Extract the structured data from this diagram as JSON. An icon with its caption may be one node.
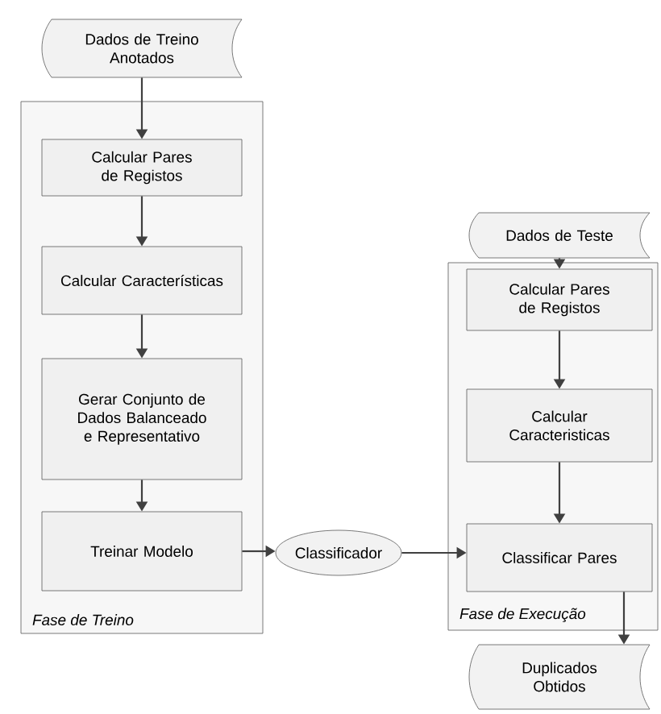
{
  "diagram": {
    "nodes": [
      {
        "text": [
          "Dados de Treino Anotados"
        ]
      },
      {
        "text": [
          "Fase de Treino"
        ]
      },
      {
        "text": [
          "Calcular Pares de Registos"
        ],
        "in": 1
      },
      {
        "text": [
          "Calcular Características"
        ],
        "in": 1
      },
      {
        "text": [
          "Gerar Conjunto de Dados Balanceado e Representativo"
        ],
        "in": 1
      },
      {
        "text": [
          "Treinar Modelo"
        ],
        "in": 1
      },
      {
        "text": [
          "Classificador"
        ]
      },
      {
        "text": [
          "Dados de Teste"
        ]
      },
      {
        "text": [
          "Fase de Execução"
        ]
      },
      {
        "text": [
          "Calcular Pares de Registos"
        ],
        "in": 8
      },
      {
        "text": [
          "Calcular Caracteristicas"
        ],
        "in": 8
      },
      {
        "text": [
          "Classificar Pares"
        ],
        "in": 8
      },
      {
        "text": [
          "Duplicados Obtidos"
        ]
      }
    ],
    "edges": [
      {
        "from": 0,
        "to": 2,
        "arrow": "to"
      },
      {
        "from": 2,
        "to": 3,
        "arrow": "to"
      },
      {
        "from": 3,
        "to": 4,
        "arrow": "to"
      },
      {
        "from": 4,
        "to": 5,
        "arrow": "to"
      },
      {
        "from": 5,
        "to": 6,
        "arrow": "to"
      },
      {
        "from": 6,
        "to": 11,
        "arrow": "to"
      },
      {
        "from": 7,
        "to": 9,
        "arrow": "to"
      },
      {
        "from": 9,
        "to": 10,
        "arrow": "to"
      },
      {
        "from": 10,
        "to": 11,
        "arrow": "to"
      },
      {
        "from": 11,
        "to": 12,
        "arrow": "to"
      }
    ]
  }
}
